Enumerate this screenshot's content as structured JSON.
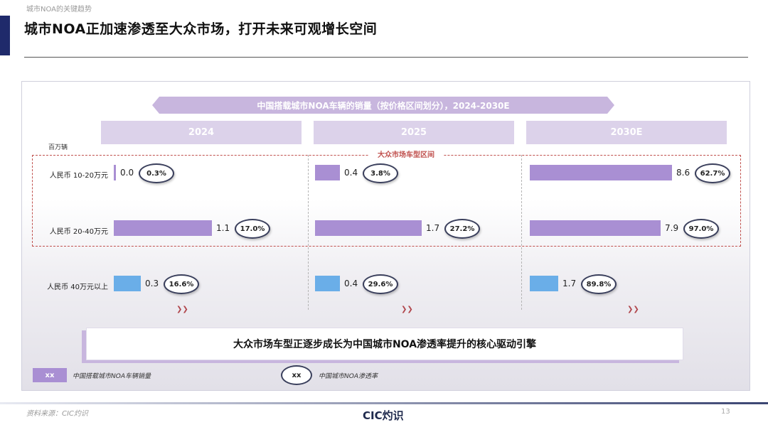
{
  "header": {
    "section": "城市NOA的关键趋势",
    "title": "城市NOA正加速渗透至大众市场，打开未来可观增长空间"
  },
  "chart_data": {
    "type": "bar",
    "title": "中国搭载城市NOA车辆的销量（按价格区间划分），2024-2030E",
    "unit": "百万辆",
    "periods": [
      "2024",
      "2025",
      "2030E"
    ],
    "mass_market_label": "大众市场车型区间",
    "series": [
      {
        "name": "人民币 10-20万元",
        "values": [
          0.0,
          0.4,
          8.6
        ],
        "labels": [
          "0.0",
          "0.4",
          "8.6"
        ],
        "penetration": [
          "0.3%",
          "3.8%",
          "62.7%"
        ],
        "color": "#a98fd3"
      },
      {
        "name": "人民币 20-40万元",
        "values": [
          1.1,
          1.7,
          7.9
        ],
        "labels": [
          "1.1",
          "1.7",
          "7.9"
        ],
        "penetration": [
          "17.0%",
          "27.2%",
          "97.0%"
        ],
        "color": "#a98fd3"
      },
      {
        "name": "人民币 40万元以上",
        "values": [
          0.3,
          0.4,
          1.7
        ],
        "labels": [
          "0.3",
          "0.4",
          "1.7"
        ],
        "penetration": [
          "16.6%",
          "29.6%",
          "89.8%"
        ],
        "color": "#6aaee8"
      }
    ]
  },
  "conclusion": "大众市场车型正逐步成长为中国城市NOA渗透率提升的核心驱动引擎",
  "legend": {
    "swatch_label": "xx",
    "sales_label": "中国搭载城市NOA车辆销量",
    "pill_label": "xx",
    "penetration_label": "中国城市NOA渗透率"
  },
  "footer": {
    "source": "资料来源：CIC灼识",
    "brand": "CIC灼识",
    "page": "13"
  }
}
